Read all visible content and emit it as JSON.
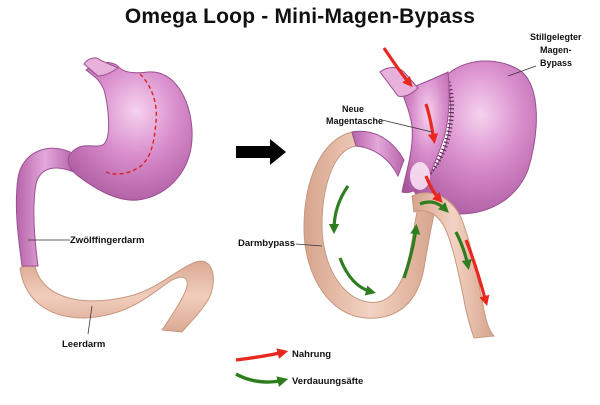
{
  "title": "Omega Loop - Mini-Magen-Bypass",
  "left_diagram": {
    "labels": {
      "duodenum": "Zwölffingerdarm",
      "jejunum": "Leerdarm"
    }
  },
  "right_diagram": {
    "labels": {
      "remnant_line1": "Stillgelegter",
      "remnant_line2": "Magen-",
      "remnant_line3": "Bypass",
      "pouch_line1": "Neue",
      "pouch_line2": "Magentasche",
      "bypass": "Darmbypass"
    }
  },
  "legend": {
    "food": {
      "label": "Nahrung",
      "color": "#e8281e"
    },
    "juices": {
      "label": "Verdauungsäfte",
      "color": "#2e7d1f"
    }
  },
  "colors": {
    "stomach": "#d27fc4",
    "stomach_highlight": "#f2c6ea",
    "intestine": "#e7b9a6",
    "arrow_black": "#000000"
  }
}
